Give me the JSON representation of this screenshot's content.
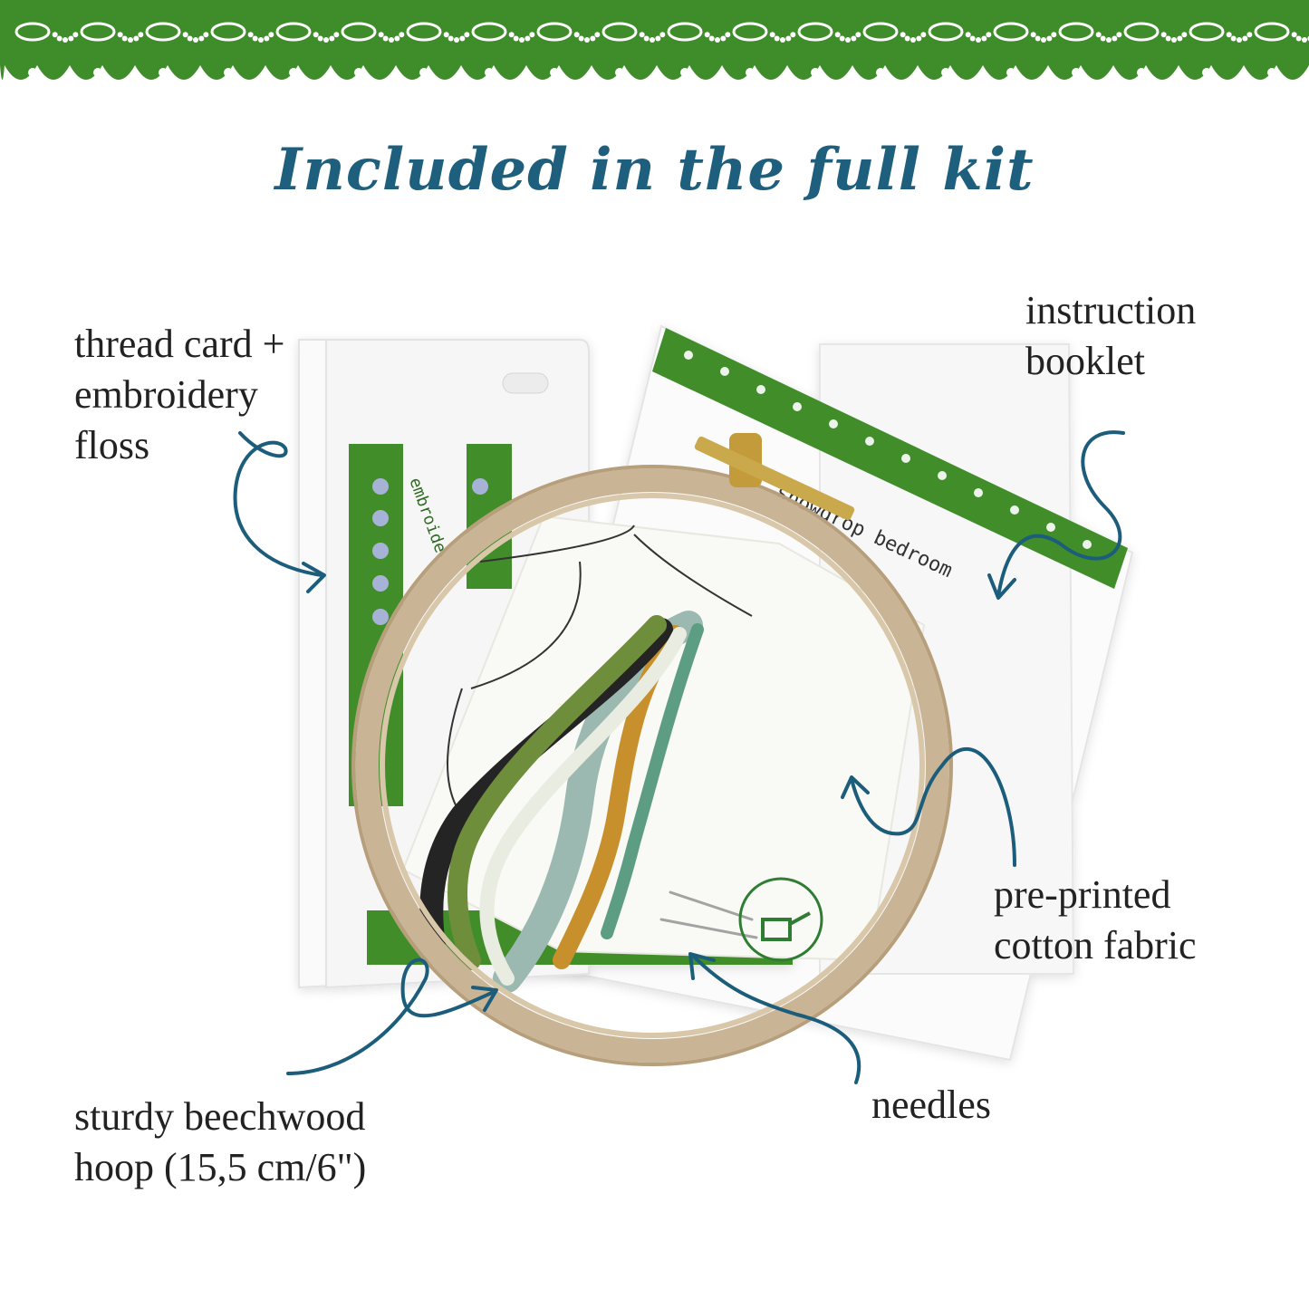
{
  "title": "Included in the full kit",
  "colors": {
    "lace_green": "#3f8d2a",
    "title_blue": "#1e5f7e",
    "arrow_blue": "#1c5d7c",
    "hoop_wood": "#c9b496",
    "label_text": "#222222"
  },
  "labels": {
    "thread_card": {
      "line1": "thread card +",
      "line2": "embroidery",
      "line3": "floss"
    },
    "instruction_booklet": {
      "line1": "instruction",
      "line2": "booklet"
    },
    "fabric": {
      "line1": "pre-printed",
      "line2": "cotton fabric"
    },
    "hoop": {
      "line1": "sturdy beechwood",
      "line2": "hoop (15,5 cm/6\")"
    },
    "needles": {
      "line1": "needles"
    }
  },
  "product": {
    "booklet_text": "snowdrop bedroom",
    "thread_card_text": "embroidery"
  },
  "icons": [
    "lace-border-icon",
    "curly-arrow-icon",
    "embroidery-hoop-icon",
    "floss-skein-icon",
    "needle-icon",
    "watering-can-logo-icon"
  ]
}
